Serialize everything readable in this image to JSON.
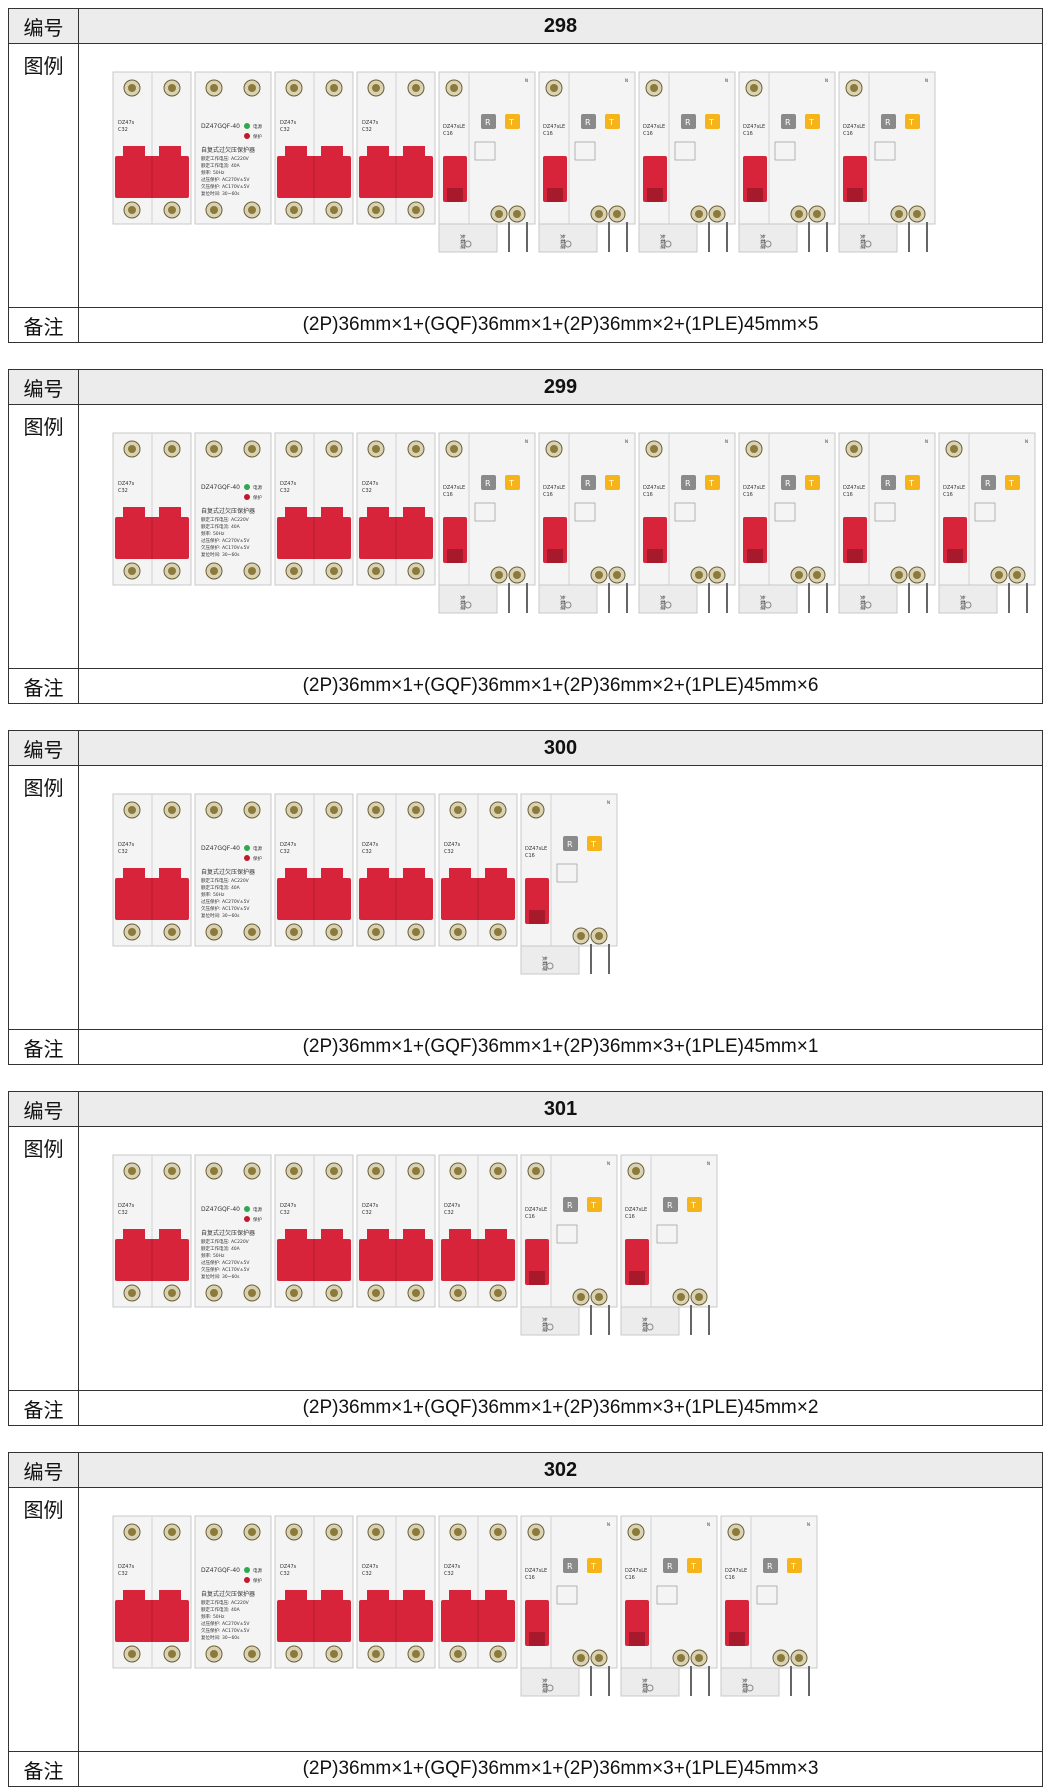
{
  "labels": {
    "id": "编号",
    "image": "图例",
    "remark": "备注"
  },
  "module_text": {
    "two_pole_brand": "DZ47s",
    "two_pole_rating": "C32",
    "gqf_model": "DZ47GQF-40",
    "gqf_power": "电源",
    "gqf_protect": "保护",
    "gqf_title": "自复式过欠压保护器",
    "gqf_line1": "额定工作电压: AC220V",
    "gqf_line2": "额定工作电流: 40A",
    "gqf_line3": "频率: 50Hz",
    "gqf_line4": "过压保护: AC270V±5V",
    "gqf_line5": "欠压保护: AC170V±5V",
    "gqf_line6": "复位时间: 30~60s",
    "rcd_brand": "DZ47sLE",
    "rcd_rating": "C16",
    "rcd_r_key": "R",
    "rcd_t_key": "T",
    "rcd_bottom": "负载端",
    "rcd_n": "N"
  },
  "colors": {
    "handle_red": "#d8243b",
    "test_yellow": "#f4b41a",
    "reset_grey": "#8a8a8a",
    "module_white": "#f4f4f4",
    "terminal_brass": "#8b7a3a"
  },
  "configs": [
    {
      "id": "298",
      "modules": [
        "2P",
        "GQF",
        "2P",
        "2P",
        "LE",
        "LE",
        "LE",
        "LE",
        "LE"
      ],
      "remark": "(2P)36mm×1+(GQF)36mm×1+(2P)36mm×2+(1PLE)45mm×5"
    },
    {
      "id": "299",
      "modules": [
        "2P",
        "GQF",
        "2P",
        "2P",
        "LE",
        "LE",
        "LE",
        "LE",
        "LE",
        "LE"
      ],
      "remark": "(2P)36mm×1+(GQF)36mm×1+(2P)36mm×2+(1PLE)45mm×6"
    },
    {
      "id": "300",
      "modules": [
        "2P",
        "GQF",
        "2P",
        "2P",
        "2P",
        "LE"
      ],
      "remark": "(2P)36mm×1+(GQF)36mm×1+(2P)36mm×3+(1PLE)45mm×1"
    },
    {
      "id": "301",
      "modules": [
        "2P",
        "GQF",
        "2P",
        "2P",
        "2P",
        "LE",
        "LE"
      ],
      "remark": "(2P)36mm×1+(GQF)36mm×1+(2P)36mm×3+(1PLE)45mm×2"
    },
    {
      "id": "302",
      "modules": [
        "2P",
        "GQF",
        "2P",
        "2P",
        "2P",
        "LE",
        "LE",
        "LE"
      ],
      "remark": "(2P)36mm×1+(GQF)36mm×1+(2P)36mm×3+(1PLE)45mm×3"
    }
  ]
}
